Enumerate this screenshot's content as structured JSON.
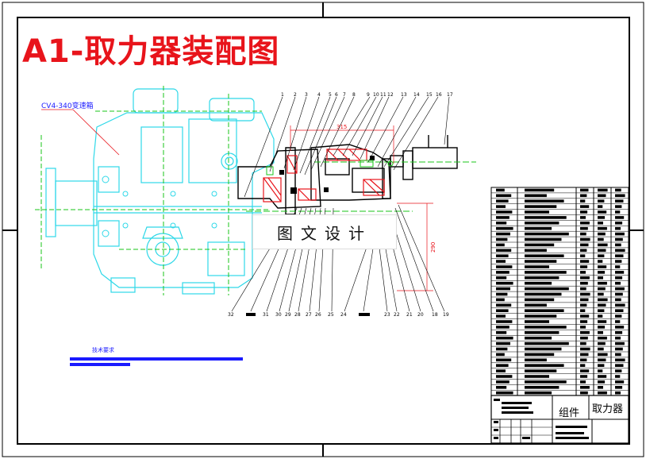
{
  "drawing": {
    "title": "A1-取力器装配图",
    "gearbox_label": "CV4-340变速箱",
    "watermark": "图文设计",
    "tech_requirements_title": "技术要求",
    "dimension_horizontal": "315",
    "dimension_vertical": "290"
  },
  "part_numbers": {
    "top": [
      "1",
      "2",
      "3",
      "4",
      "5",
      "6",
      "7",
      "8",
      "9",
      "10",
      "11",
      "12",
      "13",
      "14",
      "15",
      "16",
      "17"
    ],
    "bottom": [
      "32",
      "31",
      "30",
      "29",
      "28",
      "27",
      "26",
      "25",
      "24",
      "23",
      "22",
      "21",
      "20",
      "18",
      "19"
    ]
  },
  "title_block": {
    "group_label": "组件",
    "part_name": "取力器"
  },
  "colors": {
    "title_red": "#e8141b",
    "cad_cyan": "#2ed8e8",
    "cad_green": "#19c419",
    "cad_red": "#e8141b",
    "cad_blue": "#1a1aff"
  }
}
